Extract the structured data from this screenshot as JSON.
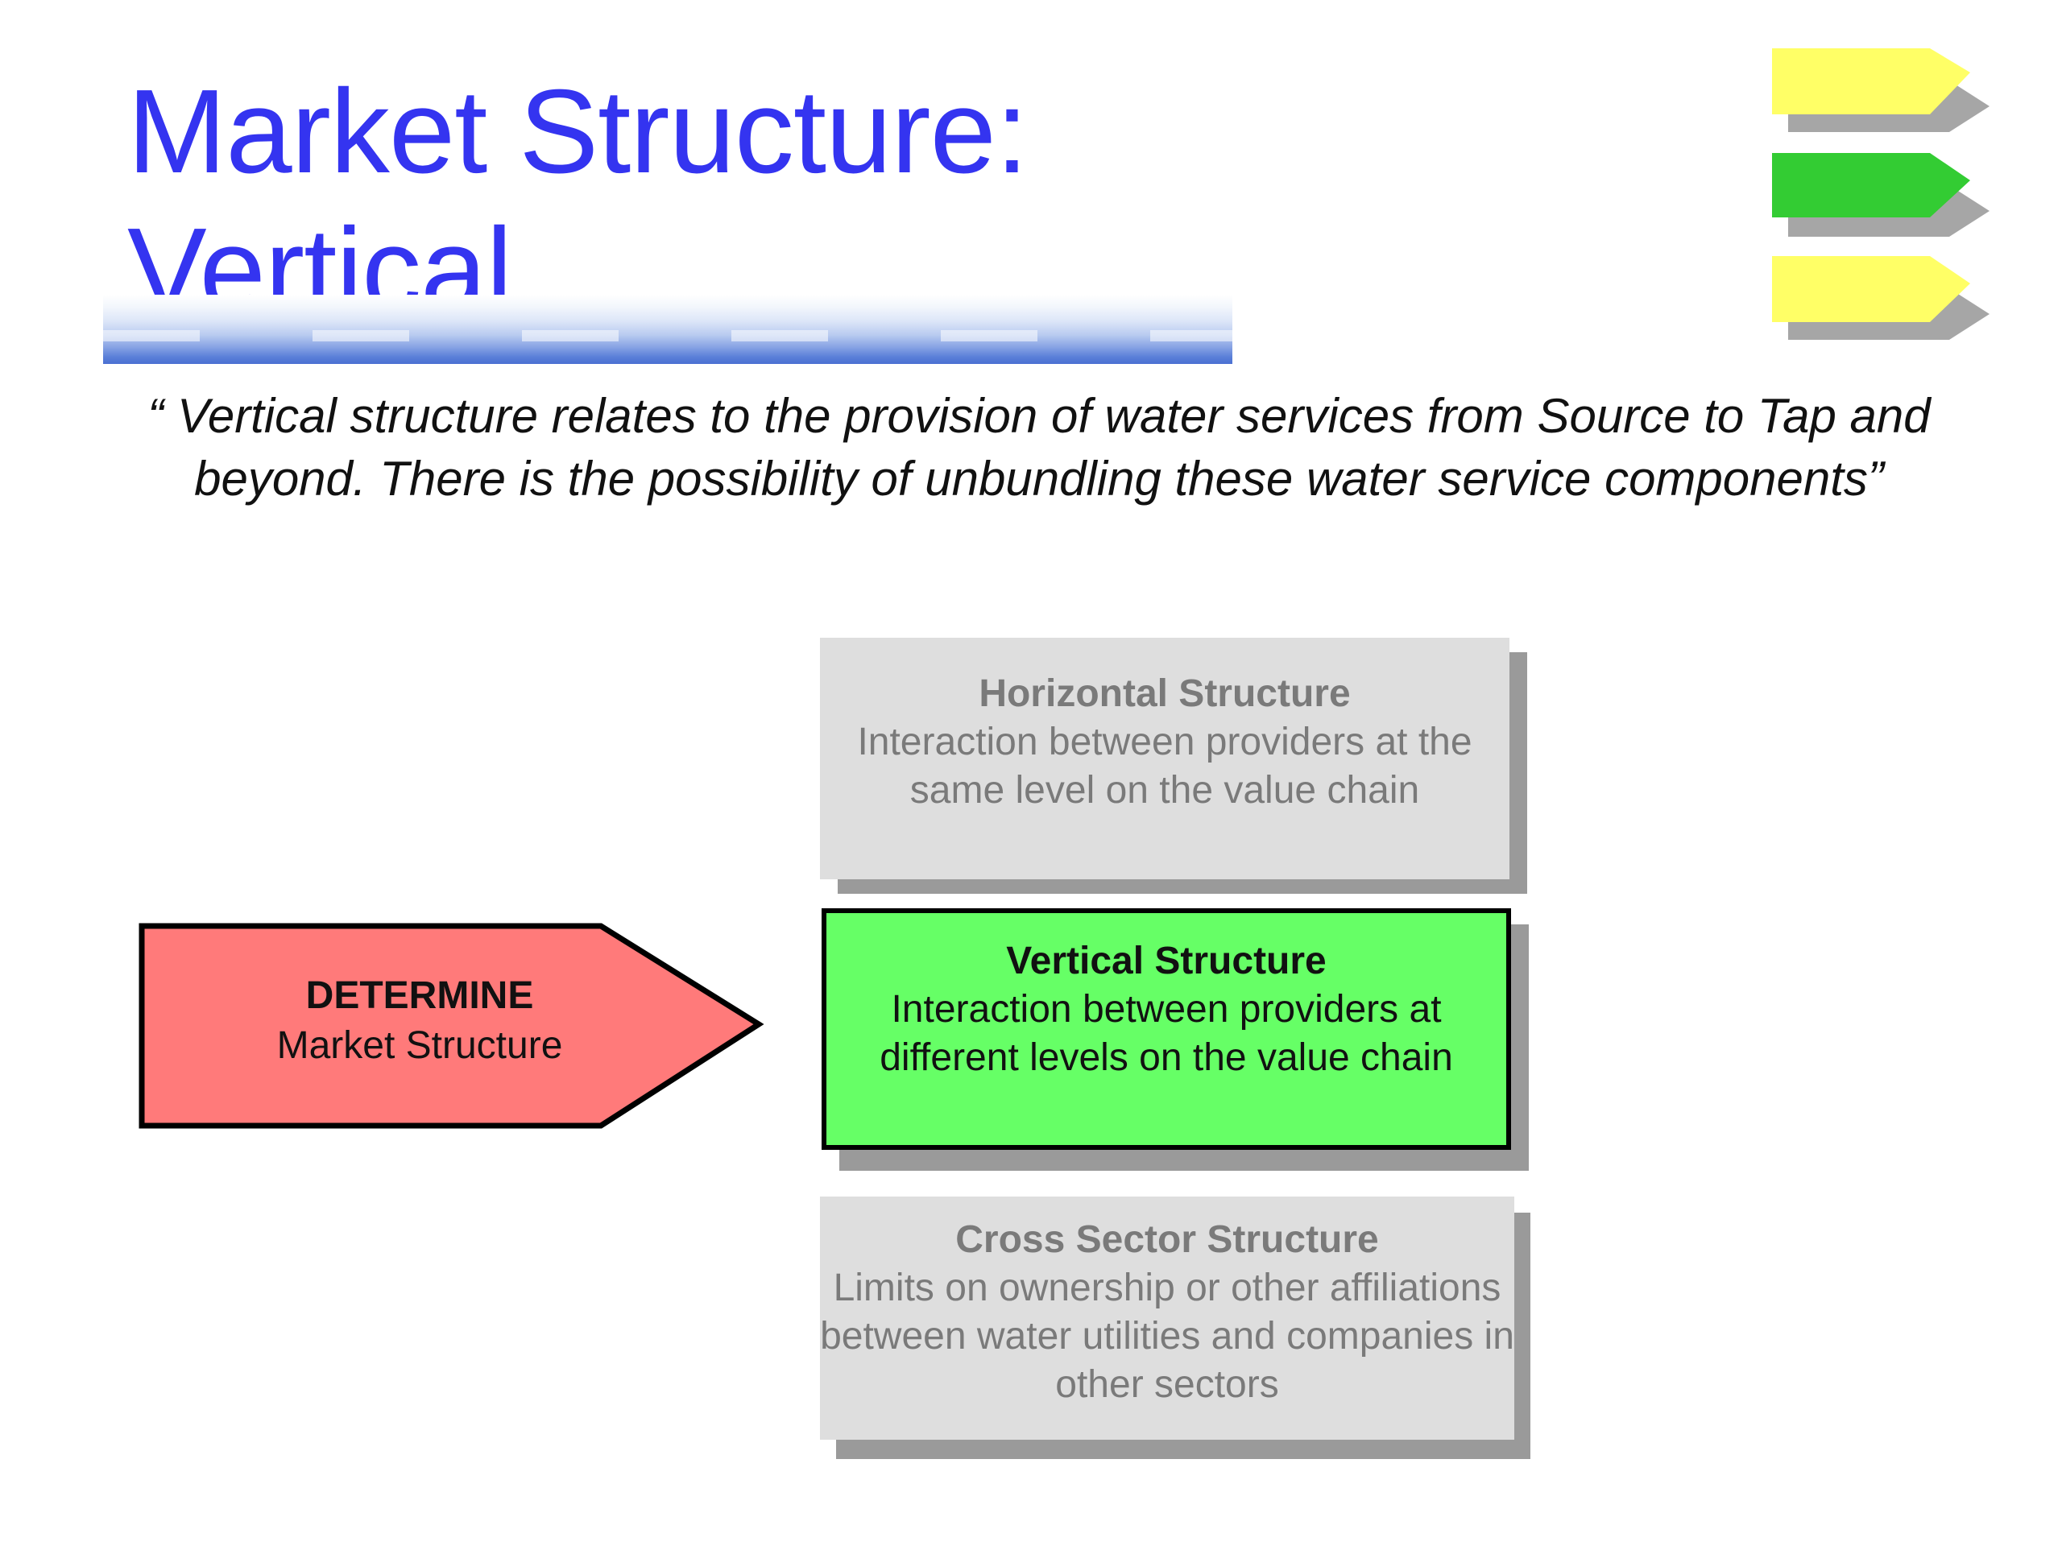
{
  "title": {
    "line1": "Market Structure:",
    "line2": "Vertical"
  },
  "quote": "“ Vertical structure relates to the provision of water services from Source to Tap and beyond. There is the possibility of unbundling these water service components”",
  "determine": {
    "heading": "DETERMINE",
    "subtext": "Market Structure"
  },
  "boxes": {
    "horizontal": {
      "title": "Horizontal Structure",
      "description": "Interaction between providers at the same level on the value chain"
    },
    "vertical": {
      "title": "Vertical Structure",
      "description": "Interaction between providers at different levels on the value chain"
    },
    "cross_sector": {
      "title": "Cross Sector Structure",
      "description": "Limits on ownership or other affiliations between water utilities and companies in other sectors"
    }
  },
  "colors": {
    "title": "#3434f0",
    "determine_fill": "#ff7a7a",
    "active_box": "#66ff66",
    "inactive_box": "#dedede",
    "deco_yellow": "#ffff66",
    "deco_green": "#33cc33"
  }
}
